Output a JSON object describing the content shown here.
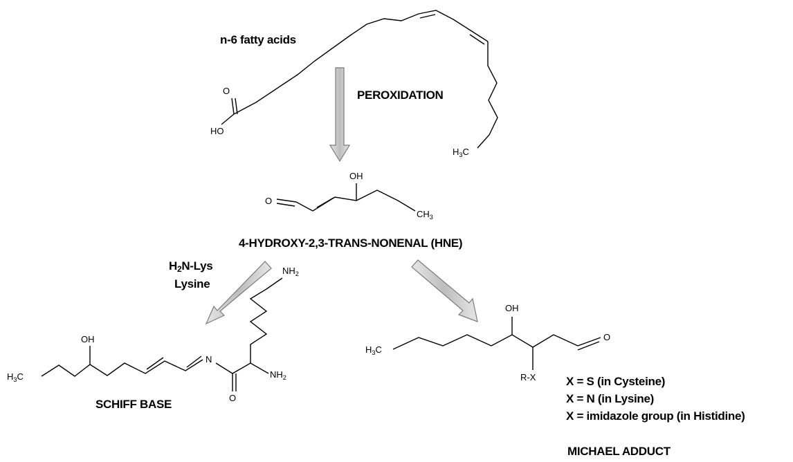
{
  "labels": {
    "fatty_acids": "n-6 fatty acids",
    "peroxidation": "PEROXIDATION",
    "hne": "4-HYDROXY-2,3-TRANS-NONENAL (HNE)",
    "lysine_reagent": "Lysine",
    "schiff_base": "SCHIFF BASE",
    "x_cysteine": "X = S (in Cysteine)",
    "x_lysine": "X = N (in Lysine)",
    "x_histidine": "X = imidazole group (in Histidine)",
    "michael_adduct": "MICHAEL ADDUCT"
  },
  "atoms": {
    "fa_O": "O",
    "fa_HO": "HO",
    "hne_O": "O",
    "hne_OH": "OH",
    "sb_OH": "OH",
    "sb_N": "N",
    "sb_O": "O",
    "ma_OH": "OH",
    "ma_O": "O",
    "ma_RX": "R-X"
  },
  "arrow_color": "#c8c8c8",
  "arrow_stroke": "#7a7a7a"
}
